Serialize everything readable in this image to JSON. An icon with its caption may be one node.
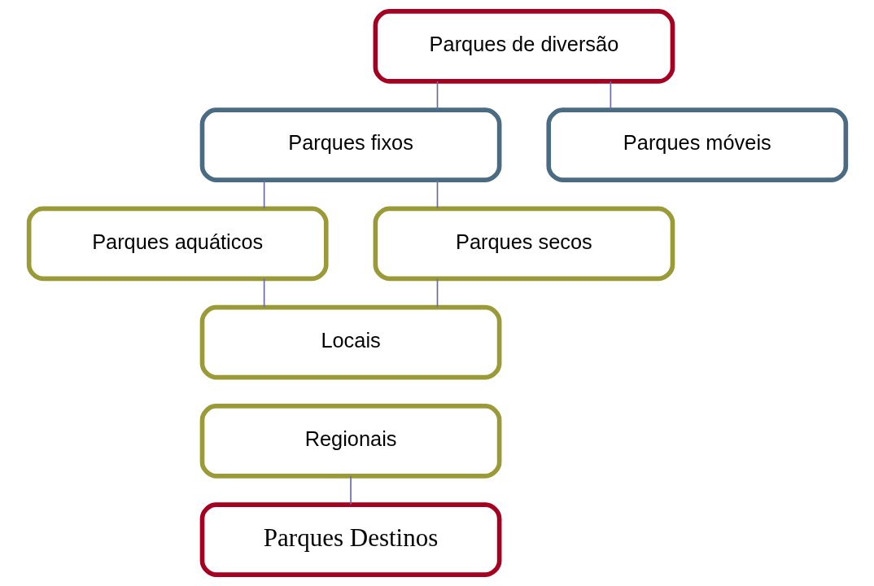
{
  "diagram": {
    "nodes": [
      {
        "text": [
          "Parques de diversão"
        ]
      },
      {
        "text": [
          "Parques fixos"
        ]
      },
      {
        "text": [
          "Parques móveis"
        ]
      },
      {
        "text": [
          "Parques aquáticos"
        ]
      },
      {
        "text": [
          "Parques secos"
        ]
      },
      {
        "text": [
          "Locais"
        ]
      },
      {
        "text": [
          "Regionais"
        ]
      },
      {
        "text": [
          "Parques Destinos"
        ]
      }
    ],
    "edges": [
      {
        "from": 0,
        "to": 1,
        "arrow": "none"
      },
      {
        "from": 0,
        "to": 2,
        "arrow": "none"
      },
      {
        "from": 1,
        "to": 3,
        "arrow": "none"
      },
      {
        "from": 1,
        "to": 4,
        "arrow": "none"
      },
      {
        "from": 3,
        "to": 5,
        "arrow": "none"
      },
      {
        "from": 4,
        "to": 5,
        "arrow": "none"
      },
      {
        "from": 6,
        "to": 7,
        "arrow": "none"
      }
    ]
  }
}
